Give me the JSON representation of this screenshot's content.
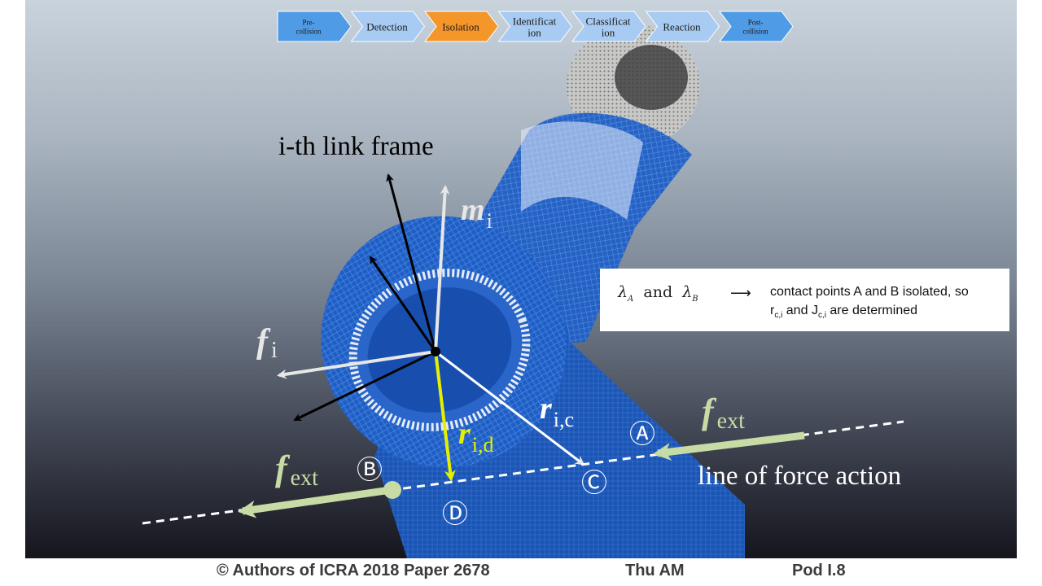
{
  "pipeline": {
    "stages": [
      {
        "line1": "Pre-",
        "line2": "collision",
        "small": true,
        "color": "#4f9be6",
        "active": false
      },
      {
        "line1": "Detection",
        "line2": "",
        "small": false,
        "color": "#a7cbf2",
        "active": false
      },
      {
        "line1": "Isolation",
        "line2": "",
        "small": false,
        "color": "#f5962b",
        "active": true
      },
      {
        "line1": "Identificat",
        "line2": "ion",
        "small": false,
        "color": "#a7cbf2",
        "active": false
      },
      {
        "line1": "Classificat",
        "line2": "ion",
        "small": false,
        "color": "#a7cbf2",
        "active": false
      },
      {
        "line1": "Reaction",
        "line2": "",
        "small": false,
        "color": "#a7cbf2",
        "active": false
      },
      {
        "line1": "Post-",
        "line2": "collision",
        "small": true,
        "color": "#4f9be6",
        "active": false
      }
    ]
  },
  "diagram": {
    "frame_label": "i-th link frame",
    "m_main": "m",
    "m_sub": "i",
    "f_main": "f",
    "f_sub": "i",
    "ric_main": "r",
    "ric_sub": "i,c",
    "rid_main": "r",
    "rid_sub": "i,d",
    "fext_main": "f",
    "fext_sub": "ext",
    "force_line_label": "line of force action",
    "point_a": "Ⓐ",
    "point_b": "Ⓑ",
    "point_c": "Ⓒ",
    "point_d": "Ⓓ"
  },
  "info_box": {
    "lambda_a": "λ",
    "lambda_a_sub": "A",
    "and_text": "and",
    "lambda_b": "λ",
    "lambda_b_sub": "B",
    "arrow": "⟶",
    "line1": "contact points A and B isolated, so",
    "r_main": "r",
    "r_sub": "c,i",
    "and2": "and",
    "j_main": "J",
    "j_sub": "c,i",
    "line2_tail": "are determined"
  },
  "footer": {
    "authors": "© Authors of ICRA 2018 Paper 2678",
    "session": "Thu AM",
    "pod": "Pod I.8"
  },
  "colors": {
    "robot_blue": "#1f5fc4",
    "yellow": "#e4f000",
    "force_green": "#c7dba5",
    "isolation_orange": "#f5962b"
  }
}
